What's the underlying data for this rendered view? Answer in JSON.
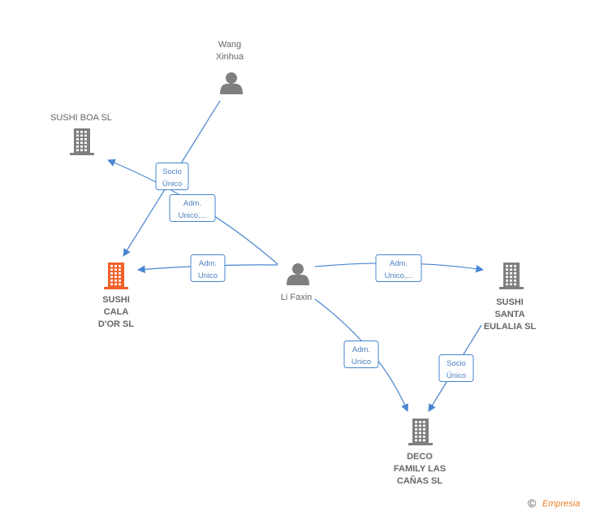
{
  "colors": {
    "edge": "#4a86d0",
    "company": "#7f7f7f",
    "company_highlight": "#f0602a",
    "person": "#7f7f7f",
    "label_box_border": "#4a86d0",
    "label_box_text": "#4a7fc0"
  },
  "nodes": [
    {
      "id": "wang",
      "type": "person",
      "label_lines": [
        "Wang",
        "Xinhua"
      ]
    },
    {
      "id": "sushi-boa",
      "type": "company",
      "label_lines": [
        "SUSHI BOA  SL"
      ]
    },
    {
      "id": "sushi-cala",
      "type": "company",
      "highlight": true,
      "label_lines": [
        "SUSHI",
        "CALA",
        "D'OR  SL"
      ]
    },
    {
      "id": "li",
      "type": "person",
      "label_lines": [
        "Li Faxin"
      ]
    },
    {
      "id": "sushi-santa",
      "type": "company",
      "label_lines": [
        "SUSHI",
        "SANTA",
        "EULALIA  SL"
      ]
    },
    {
      "id": "deco",
      "type": "company",
      "label_lines": [
        "DECO",
        "FAMILY LAS",
        "CAÑAS  SL"
      ]
    }
  ],
  "edges": [
    {
      "from": "wang",
      "to": "sushi-cala",
      "label_lines": [
        "Socio",
        "Único"
      ]
    },
    {
      "from": "li",
      "to": "sushi-boa",
      "label_lines": [
        "Adm.",
        "Unico,..."
      ]
    },
    {
      "from": "li",
      "to": "sushi-cala",
      "label_lines": [
        "Adm.",
        "Unico"
      ]
    },
    {
      "from": "li",
      "to": "sushi-santa",
      "label_lines": [
        "Adm.",
        "Unico,..."
      ]
    },
    {
      "from": "li",
      "to": "deco",
      "label_lines": [
        "Adm.",
        "Unico"
      ]
    },
    {
      "from": "sushi-santa",
      "to": "deco",
      "label_lines": [
        "Socio",
        "Único"
      ]
    }
  ],
  "footer": {
    "copyright_symbol": "©",
    "brand": "Empresia"
  }
}
